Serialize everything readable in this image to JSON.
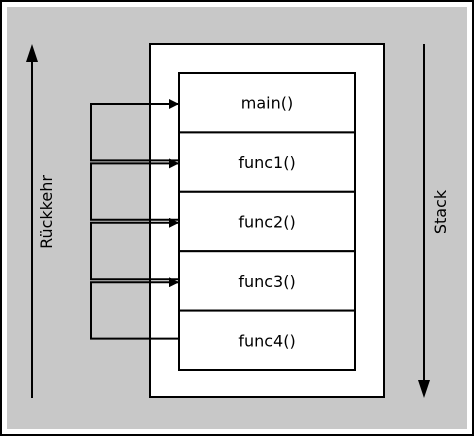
{
  "colors": {
    "background": "#c8c8c8",
    "panel": "#ffffff",
    "stroke": "#000000"
  },
  "labels": {
    "return": "Rückkehr",
    "stack": "Stack"
  },
  "frames": [
    {
      "label": "main()"
    },
    {
      "label": "func1()"
    },
    {
      "label": "func2()"
    },
    {
      "label": "func3()"
    },
    {
      "label": "func4()"
    }
  ]
}
